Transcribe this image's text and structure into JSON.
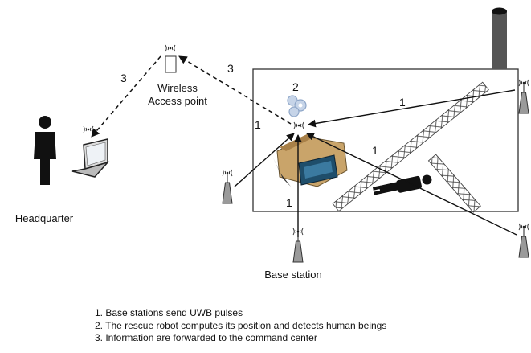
{
  "labels": {
    "access_point": [
      "Wireless",
      "Access point"
    ],
    "headquarter": "Headquarter",
    "base_station": "Base station"
  },
  "step_numbers": {
    "hq_link": "3",
    "ap_link": "3",
    "robot": "2",
    "bs_right_top": "1",
    "bs_left": "1",
    "bs_right_bottom": "1",
    "bs_bottom": "1"
  },
  "legend": [
    "1. Base stations send UWB pulses",
    "2. The rescue robot computes its position and detects human beings",
    "3. Information are forwarded to the command center"
  ],
  "colors": {
    "ink": "#111111",
    "antenna_gray": "#9a9a9a",
    "chimney": "#555555",
    "robot_body": "#c9a46a",
    "robot_screen": "#1f4e6b"
  },
  "icons": [
    "antenna-icon",
    "person-icon",
    "laptop-icon",
    "robot-icon",
    "gear-icon",
    "chimney-icon",
    "person-lying-icon"
  ]
}
